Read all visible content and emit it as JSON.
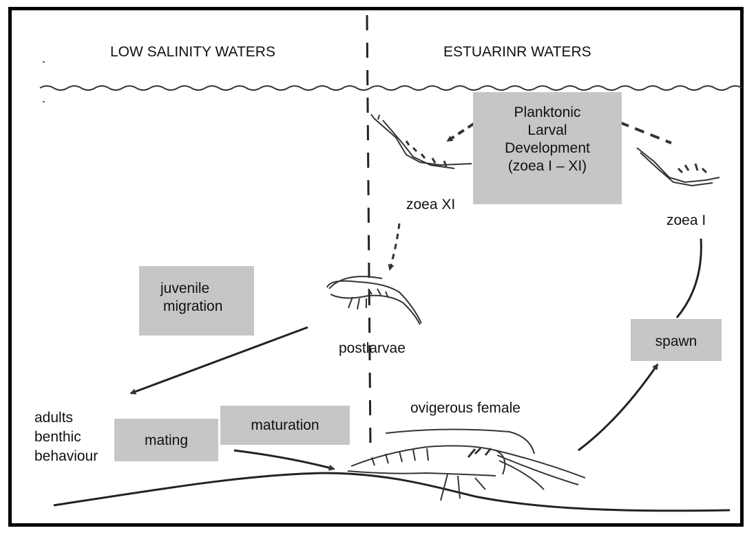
{
  "regions": {
    "left": "LOW SALINITY WATERS",
    "right": "ESTUARINR WATERS"
  },
  "boxes": {
    "planktonic": [
      "Planktonic",
      "Larval",
      "Development",
      "(zoea I – XI)"
    ],
    "juvenile": [
      "juvenile",
      "migration"
    ],
    "spawn": "spawn",
    "mating": "mating",
    "maturation": "maturation"
  },
  "labels": {
    "zoea_xi": "zoea XI",
    "zoea_i": "zoea I",
    "postlarvae": "postlarvae",
    "ovigerous": "ovigerous female",
    "adults": [
      "adults",
      "benthic",
      "behaviour"
    ]
  },
  "colors": {
    "box_fill": "#c6c6c6",
    "ink": "#111111",
    "border": "#000000"
  }
}
